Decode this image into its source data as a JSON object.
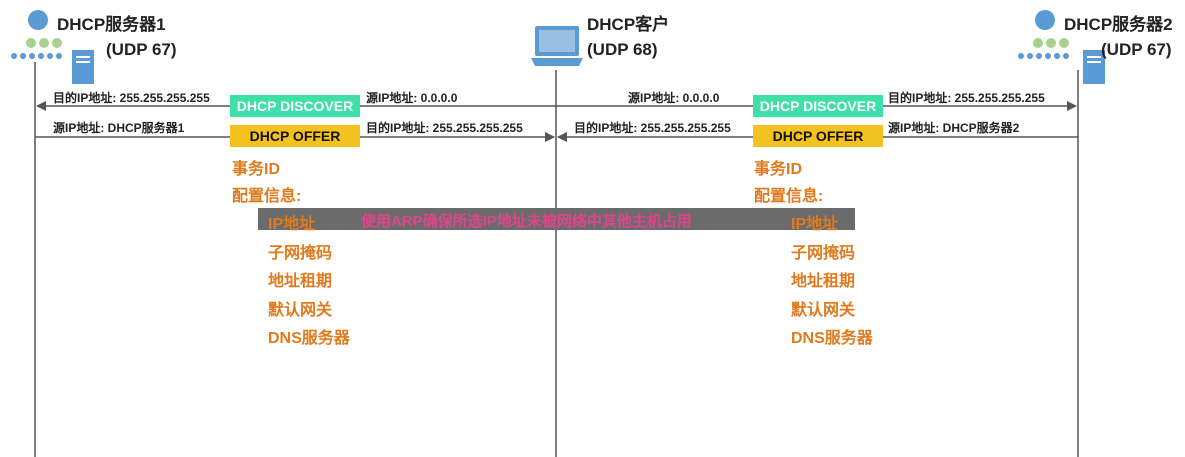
{
  "hosts": {
    "server1": {
      "title": "DHCP服务器1",
      "port": "(UDP 67)",
      "icon": "server-icon"
    },
    "client": {
      "title": "DHCP客户",
      "port": "(UDP 68)",
      "icon": "laptop-icon"
    },
    "server2": {
      "title": "DHCP服务器2",
      "port": "(UDP 67)",
      "icon": "server-icon"
    }
  },
  "messages": {
    "discover": "DHCP DISCOVER",
    "offer": "DHCP OFFER"
  },
  "labels": {
    "left_discover_dst": "目的IP地址: 255.255.255.255",
    "left_discover_src": "源IP地址:     0.0.0.0",
    "left_offer_src": "源IP地址: DHCP服务器1",
    "left_offer_dst": "目的IP地址: 255.255.255.255",
    "right_discover_src": "源IP地址:     0.0.0.0",
    "right_discover_dst": "目的IP地址: 255.255.255.255",
    "right_offer_dst": "目的IP地址: 255.255.255.255",
    "right_offer_src": "源IP地址: DHCP服务器2"
  },
  "offer_content": {
    "transaction_id": "事务ID",
    "config_info": "配置信息:",
    "items": [
      "IP地址",
      "子网掩码",
      "地址租期",
      "默认网关",
      "DNS服务器"
    ]
  },
  "arp_note": "使用ARP确保所选IP地址未被网络中其他主机占用",
  "colors": {
    "discover": "#3fe0a8",
    "offer": "#f4c21f",
    "orange_text": "#e07a1d",
    "arp_text": "#e0448c",
    "arp_bar": "#6b6b6b",
    "server_blue": "#5b9bd5",
    "server_green": "#a9d18e"
  }
}
